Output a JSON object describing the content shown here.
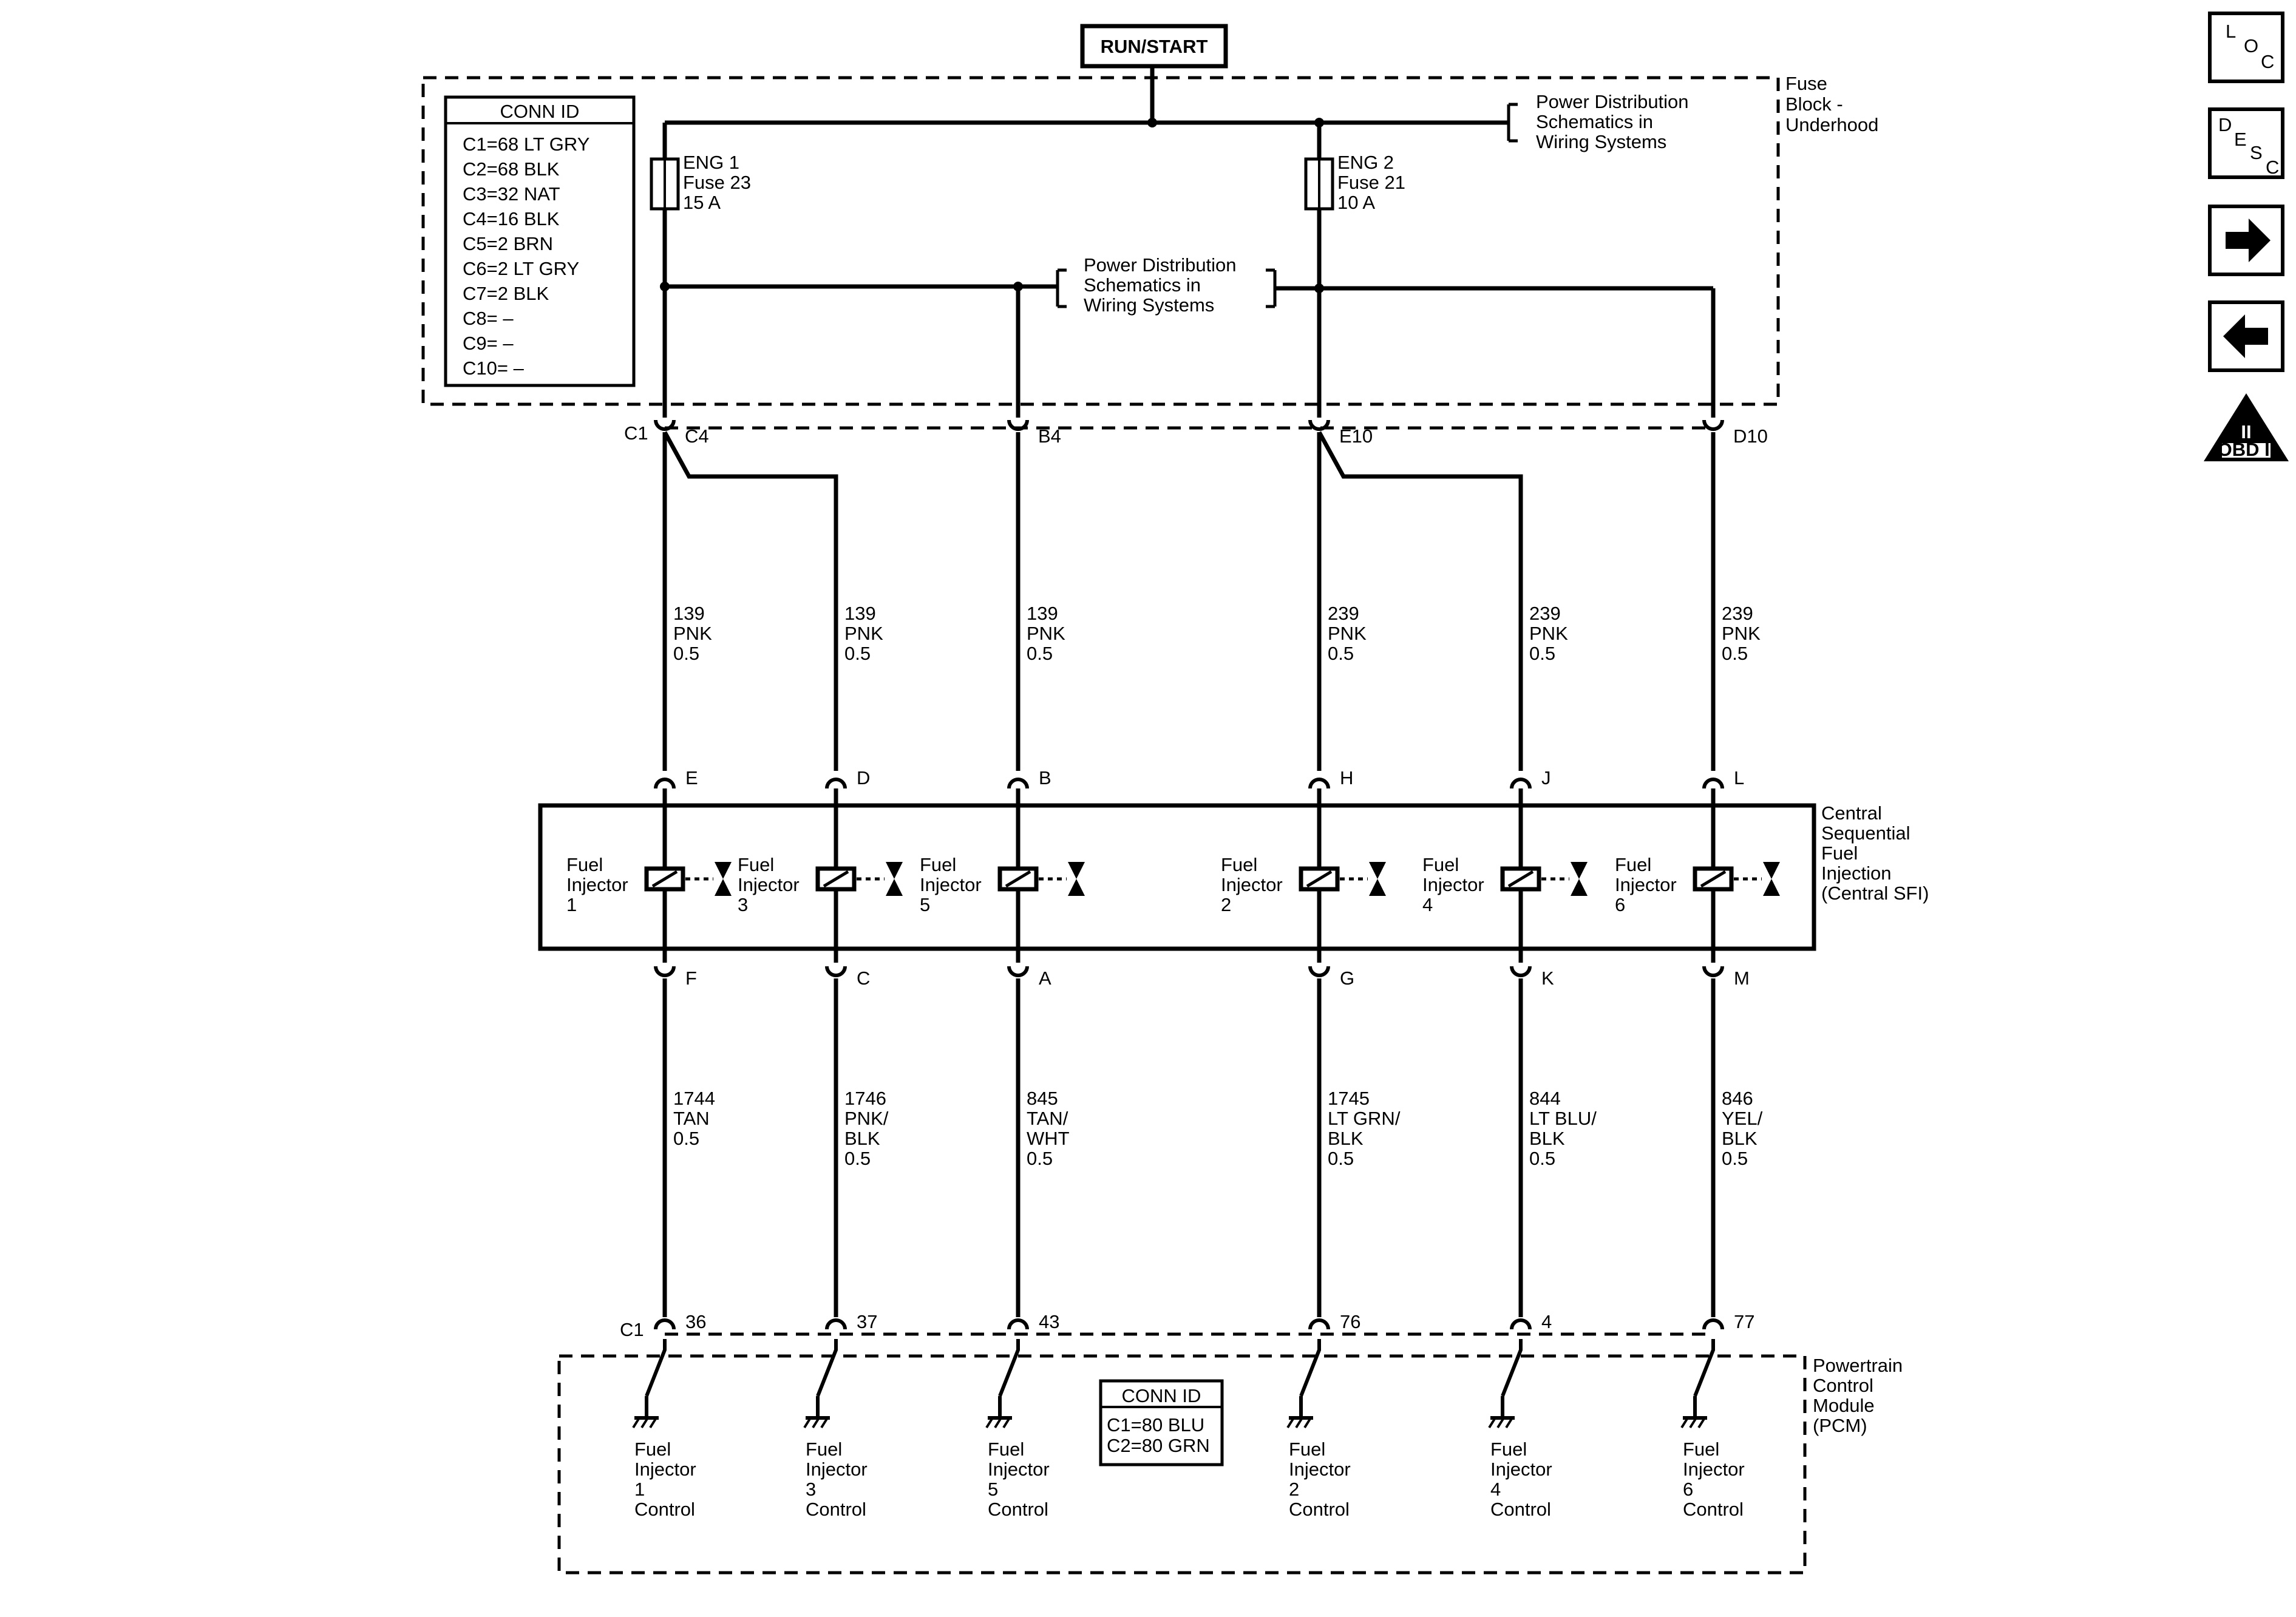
{
  "top": {
    "run_start": "RUN/START"
  },
  "fuse_block": {
    "label": [
      "Fuse",
      "Block -",
      "Underhood"
    ],
    "conn_id": {
      "title": "CONN ID",
      "rows": [
        "C1=68 LT GRY",
        "C2=68 BLK",
        "C3=32 NAT",
        "C4=16 BLK",
        "C5=2 BRN",
        "C6=2 LT GRY",
        "C7=2 BLK",
        "C8= –",
        "C9= –",
        "C10= –"
      ]
    },
    "fuse1": [
      "ENG 1",
      "Fuse 23",
      "15 A"
    ],
    "fuse2": [
      "ENG 2",
      "Fuse 21",
      "10 A"
    ],
    "power_ref_top": [
      "Power Distribution",
      "Schematics in",
      "Wiring Systems"
    ],
    "power_ref_mid": [
      "Power Distribution",
      "Schematics in",
      "Wiring Systems"
    ],
    "connector_label": "C1",
    "pins": [
      "C4",
      "B4",
      "E10",
      "D10"
    ]
  },
  "upper_wires": [
    [
      "139",
      "PNK",
      "0.5"
    ],
    [
      "139",
      "PNK",
      "0.5"
    ],
    [
      "139",
      "PNK",
      "0.5"
    ],
    [
      "239",
      "PNK",
      "0.5"
    ],
    [
      "239",
      "PNK",
      "0.5"
    ],
    [
      "239",
      "PNK",
      "0.5"
    ]
  ],
  "sfi": {
    "label": [
      "Central",
      "Sequential",
      "Fuel",
      "Injection",
      "(Central SFI)"
    ],
    "top_pins": [
      "E",
      "D",
      "B",
      "H",
      "J",
      "L"
    ],
    "bottom_pins": [
      "F",
      "C",
      "A",
      "G",
      "K",
      "M"
    ],
    "injectors": [
      [
        "Fuel",
        "Injector",
        "1"
      ],
      [
        "Fuel",
        "Injector",
        "3"
      ],
      [
        "Fuel",
        "Injector",
        "5"
      ],
      [
        "Fuel",
        "Injector",
        "2"
      ],
      [
        "Fuel",
        "Injector",
        "4"
      ],
      [
        "Fuel",
        "Injector",
        "6"
      ]
    ]
  },
  "lower_wires": [
    [
      "1744",
      "TAN",
      "0.5"
    ],
    [
      "1746",
      "PNK/",
      "BLK",
      "0.5"
    ],
    [
      "845",
      "TAN/",
      "WHT",
      "0.5"
    ],
    [
      "1745",
      "LT GRN/",
      "BLK",
      "0.5"
    ],
    [
      "844",
      "LT BLU/",
      "BLK",
      "0.5"
    ],
    [
      "846",
      "YEL/",
      "BLK",
      "0.5"
    ]
  ],
  "pcm": {
    "label": [
      "Powertrain",
      "Control",
      "Module",
      "(PCM)"
    ],
    "connector_label": "C1",
    "pins": [
      "36",
      "37",
      "43",
      "76",
      "4",
      "77"
    ],
    "conn_id": {
      "title": "CONN ID",
      "rows": [
        "C1=80 BLU",
        "C2=80 GRN"
      ]
    },
    "controls": [
      [
        "Fuel",
        "Injector",
        "1",
        "Control"
      ],
      [
        "Fuel",
        "Injector",
        "3",
        "Control"
      ],
      [
        "Fuel",
        "Injector",
        "5",
        "Control"
      ],
      [
        "Fuel",
        "Injector",
        "2",
        "Control"
      ],
      [
        "Fuel",
        "Injector",
        "4",
        "Control"
      ],
      [
        "Fuel",
        "Injector",
        "6",
        "Control"
      ]
    ]
  },
  "nav": {
    "loc": [
      "L",
      "O",
      "C"
    ],
    "desc": [
      "D",
      "E",
      "S",
      "C"
    ],
    "obd_big": "II",
    "obd_small": "OBD II",
    "icons": [
      "location-icon",
      "description-icon",
      "next-arrow-icon",
      "previous-arrow-icon",
      "obd-ii-icon"
    ]
  }
}
